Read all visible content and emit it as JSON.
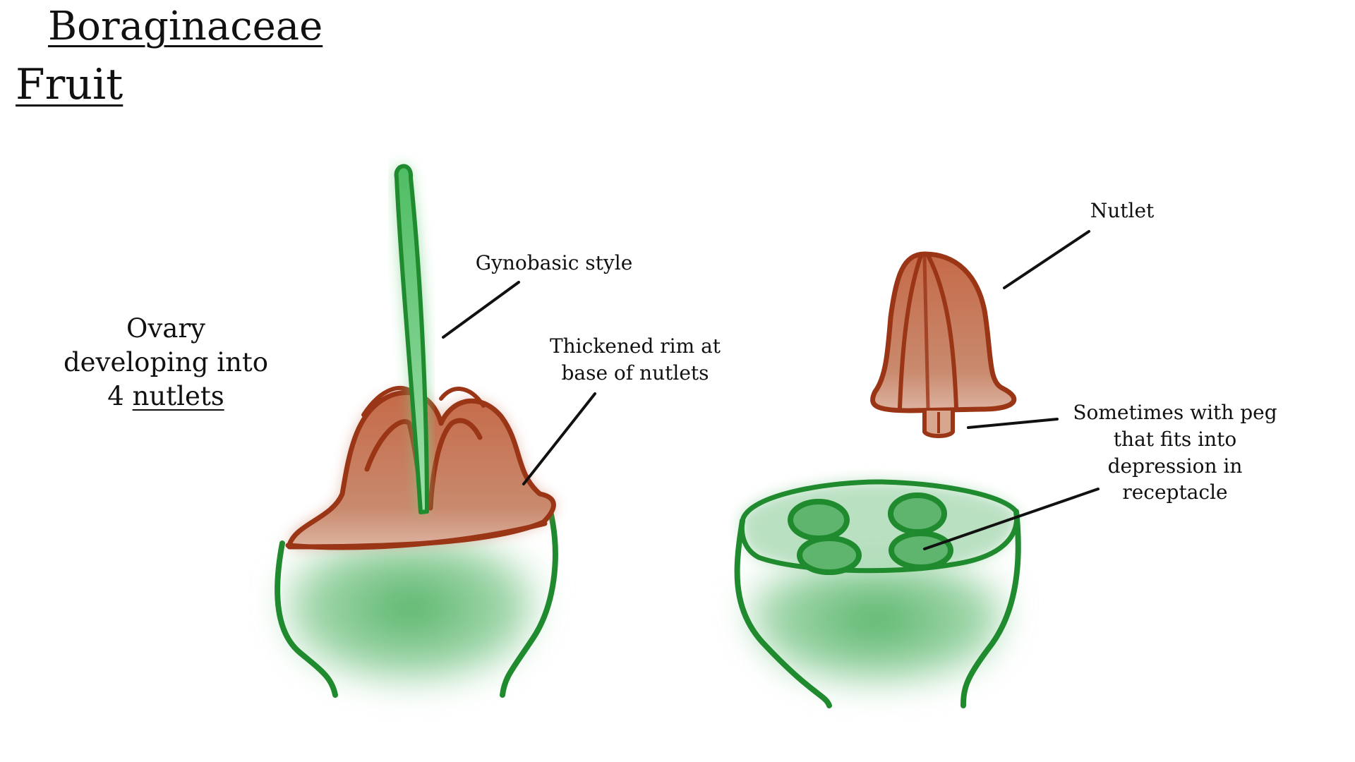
{
  "title": "Boraginaceae",
  "subtitle": "Fruit",
  "labels": {
    "ovary": {
      "line1": "Ovary",
      "line2": "developing into",
      "line3_prefix": "4 ",
      "line3_underlined": "nutlets"
    },
    "gynobasic_style": "Gynobasic style",
    "thickened_rim": {
      "line1": "Thickened rim at",
      "line2": "base of nutlets"
    },
    "nutlet": "Nutlet",
    "peg": {
      "line1": "Sometimes with peg",
      "line2": "that fits into",
      "line3": "depression in",
      "line4": "receptacle"
    }
  },
  "colors": {
    "receptacle_stroke": "#1f8a2e",
    "receptacle_fill": "#5fb56e",
    "nutlet_stroke": "#9a3516",
    "nutlet_fill": "#c77254",
    "style_fill": "#5cc46f",
    "leader_line": "#111111"
  }
}
